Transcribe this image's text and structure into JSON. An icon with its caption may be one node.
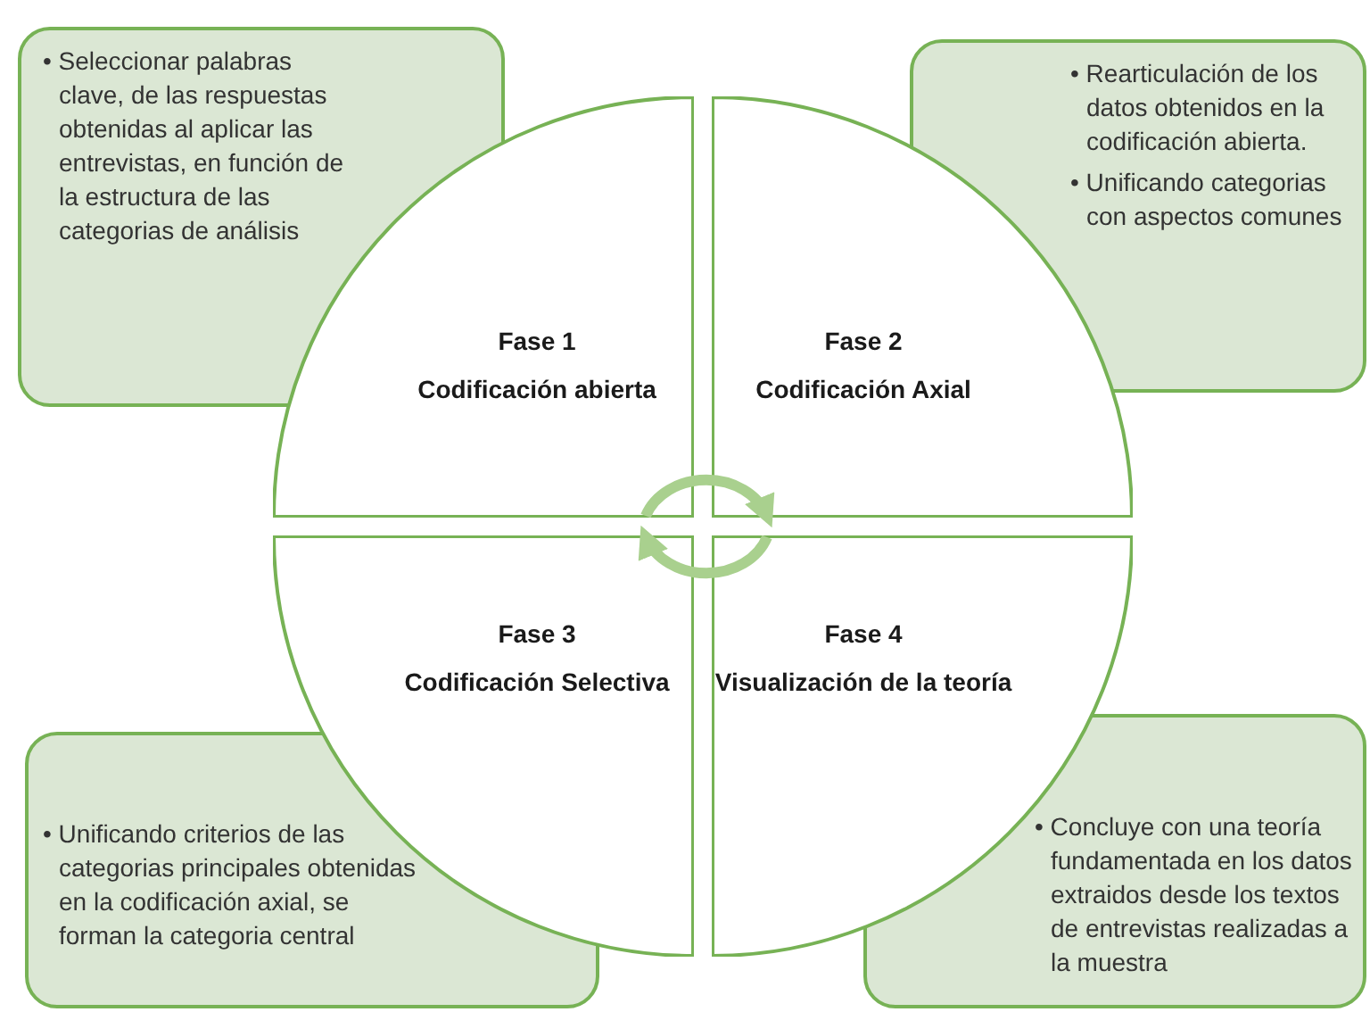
{
  "diagram": {
    "nodes": [
      {
        "text": [
          "• Seleccionar palabras clave, de las respuestas obtenidas al aplicar las entrevistas, en función de la estructura de las categorias de análisis"
        ]
      },
      {
        "text": [
          "• Rearticulación de los datos obtenidos en la codificación abierta.",
          "• Unificando categorias con aspectos comunes"
        ]
      },
      {
        "text": [
          "Fase 1",
          "Codificación abierta"
        ]
      },
      {
        "text": [
          "Fase 2",
          "Codificación Axial"
        ]
      },
      {
        "text": [
          "Fase 3",
          "Codificación Selectiva"
        ]
      },
      {
        "text": [
          "Fase 4",
          "Visualización de la teoría"
        ]
      },
      {
        "text": [
          "• Unificando criterios de las categorias principales obtenidas en la codificación axial, se forman la categoria central"
        ]
      },
      {
        "text": [
          "• Concluye con una teoría fundamentada en los datos extraidos desde los textos de entrevistas realizadas a la muestra"
        ]
      }
    ],
    "edges": [
      {
        "from": 2,
        "to": 3,
        "arrow": "to"
      },
      {
        "from": 5,
        "to": 4,
        "arrow": "to"
      }
    ]
  }
}
